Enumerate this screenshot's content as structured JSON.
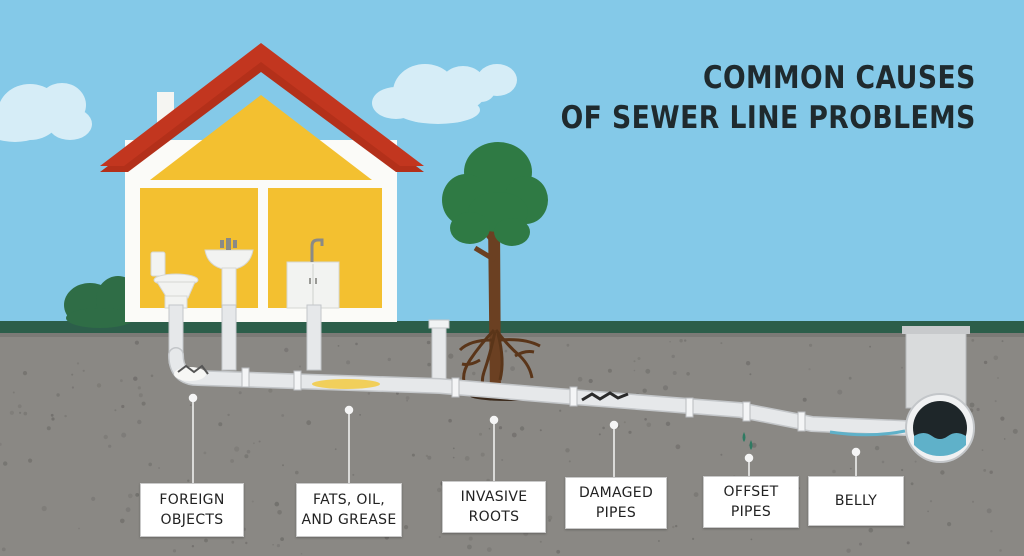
{
  "title": {
    "line1": "COMMON CAUSES",
    "line2": "OF SEWER LINE PROBLEMS"
  },
  "labels": [
    {
      "id": "foreign-objects",
      "text": "FOREIGN OBJECTS"
    },
    {
      "id": "fats-oil-grease",
      "text": "FATS, OIL, AND GREASE"
    },
    {
      "id": "invasive-roots",
      "text": "INVASIVE ROOTS"
    },
    {
      "id": "damaged-pipes",
      "text": "DAMAGED PIPES"
    },
    {
      "id": "offset-pipes",
      "text": "OFFSET PIPES"
    },
    {
      "id": "belly",
      "text": "BELLY"
    }
  ],
  "colors": {
    "sky": "#84c9e8",
    "ground": "#8a8884",
    "grass": "#2c5e4a",
    "house_wall": "#f3c030",
    "roof": "#c2361f",
    "pipe": "#e6e8ea",
    "tree_foliage": "#2f7a44",
    "tree_trunk": "#6b4022",
    "grease": "#f1cf5b",
    "water": "#5fb1c9"
  }
}
